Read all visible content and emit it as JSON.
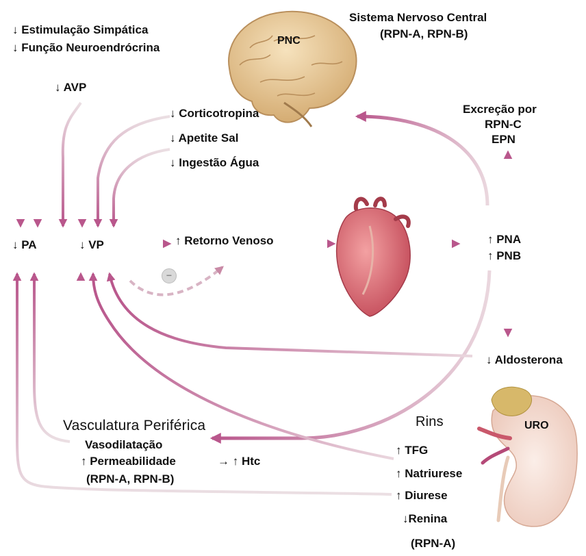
{
  "labels": {
    "cns_title": "Sistema Nervoso Central",
    "cns_sub": "(RPN-A, RPN-B)",
    "sympathetic": "↓ Estimulação Simpática",
    "neuroendocrine": "↓ Função Neuroendrócrina",
    "avp": "↓ AVP",
    "brain": "PNC",
    "corticotropin": "↓ Corticotropina",
    "salt_appetite": "↓ Apetite Sal",
    "water_intake": "↓ Ingestão Água",
    "excretion_1": "Excreção por",
    "excretion_2": "RPN-C",
    "excretion_3": "EPN",
    "pa": "↓ PA",
    "vp": "↓ VP",
    "venous_return": "↑ Retorno Venoso",
    "pna": "↑ PNA",
    "pnb": "↑ PNB",
    "negative": "−",
    "aldosterone": "↓ Aldosterona",
    "kidneys": "Rins",
    "kidney_organ": "URO",
    "vasc_title": "Vasculatura Periférica",
    "vasodilation": "Vasodilatação",
    "permeability": "↑ Permeabilidade",
    "htc": "→ ↑  Htc",
    "vasc_sub": "(RPN-A, RPN-B)",
    "tfg": "↑ TFG",
    "natriuresis": "↑ Natriurese",
    "diuresis": "↑ Diurese",
    "renin": "↓Renina",
    "renin_sub": "(RPN-A)"
  },
  "colors": {
    "arrow": "#b9578c",
    "arrow_light": "#dcc3cc",
    "brain": "#e6c898",
    "brain_fold": "#b98f5c",
    "heart": "#d9686e",
    "kidney": "#f3d9cf",
    "adrenal": "#d7b86a",
    "vessel": "#c9586b"
  },
  "icons": {
    "brain": "brain-illustration",
    "heart": "heart-illustration",
    "kidney": "kidney-illustration"
  }
}
